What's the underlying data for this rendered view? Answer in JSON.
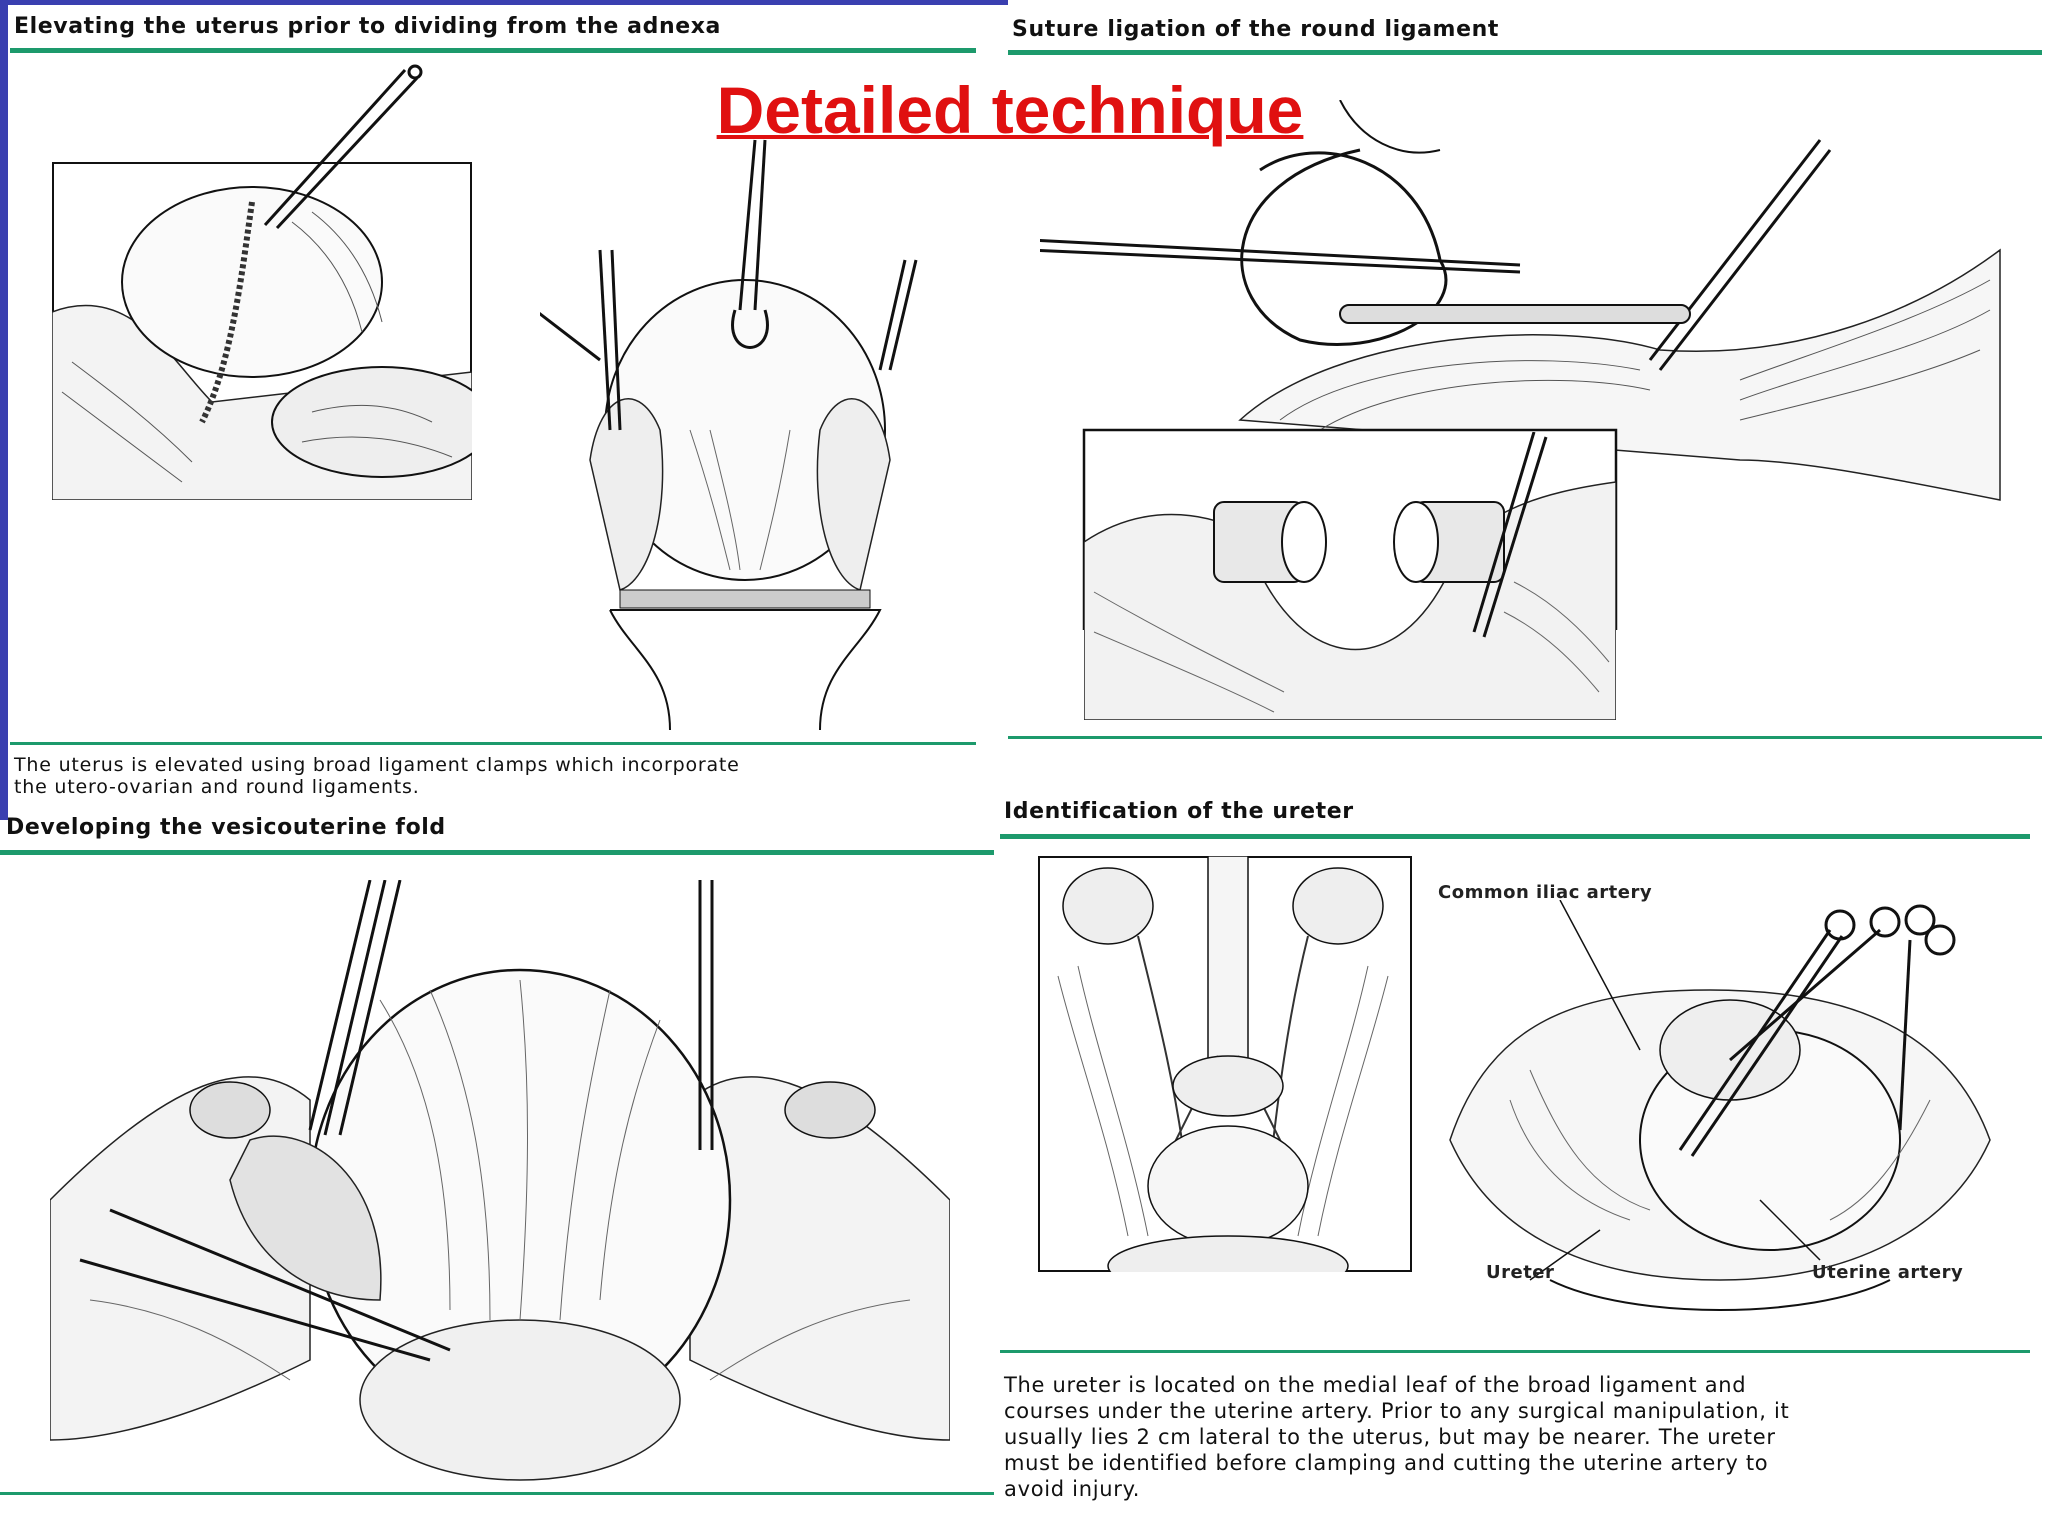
{
  "slide_title": "Detailed technique",
  "panels": {
    "top_left": {
      "heading": "Elevating the uterus prior to dividing from the adnexa",
      "caption_line1": "The uterus is elevated using broad ligament clamps which incorporate",
      "caption_line2": "the utero-ovarian and round ligaments."
    },
    "top_right": {
      "heading": "Suture ligation of the round ligament"
    },
    "bottom_left": {
      "heading": "Developing the vesicouterine fold"
    },
    "bottom_right": {
      "heading": "Identification of the ureter",
      "label_common_iliac": "Common iliac artery",
      "label_ureter": "Ureter",
      "label_uterine_artery": "Uterine artery",
      "caption_lines": [
        "The ureter is located on the medial leaf of the broad ligament and",
        "courses under the uterine artery. Prior to any surgical manipulation, it",
        "usually lies 2 cm lateral to the uterus, but may be nearer. The ureter",
        "must be identified before clamping and cutting the uterine artery to",
        "avoid injury."
      ]
    }
  },
  "colors": {
    "title_red": "#e01010",
    "rule_green": "#1d9a6c",
    "side_blue": "#3a3fb0"
  }
}
